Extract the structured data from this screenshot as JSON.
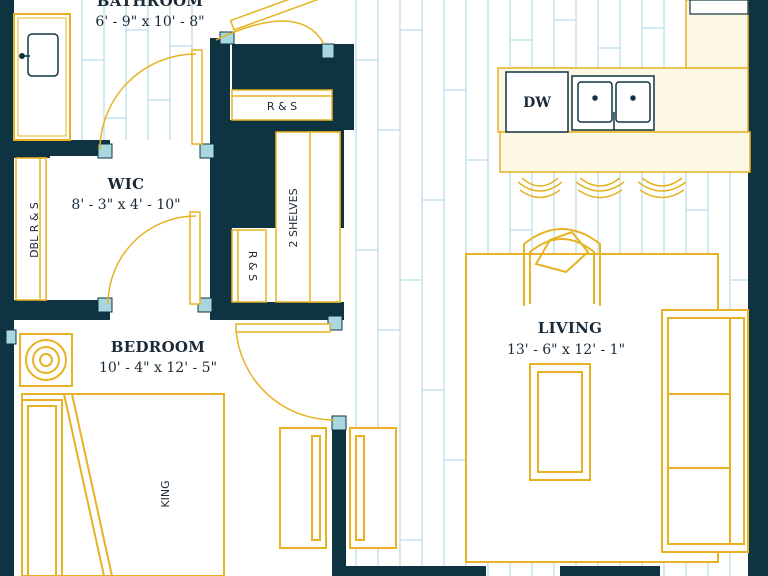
{
  "colors": {
    "wall": "#0f3441",
    "floor_line": "#b8dde6",
    "furniture": "#e7b324",
    "door": "#e7b324",
    "jamb": "#a9d7e0",
    "counter_fill": "#fdf8e4",
    "text": "#1a2a36"
  },
  "rooms": {
    "bathroom": {
      "name": "BATHROOM",
      "dims": "6' - 9\" x 10' - 8\""
    },
    "wic": {
      "name": "WIC",
      "dims": "8' - 3\" x 4' - 10\""
    },
    "bedroom": {
      "name": "BEDROOM",
      "dims": "10' - 4\" x 12' - 5\""
    },
    "living": {
      "name": "LIVING",
      "dims": "13' - 6\" x 12' - 1\""
    }
  },
  "labels": {
    "rs_top": "R & S",
    "rs_bottom": "R & S",
    "dbl_rs": "DBL R & S",
    "shelves": "2 SHELVES",
    "dishwasher": "DW",
    "bed": "KING"
  },
  "icons": [
    "sink-icon",
    "double-sink-icon",
    "chair-icon",
    "sofa-icon",
    "bed-icon"
  ]
}
